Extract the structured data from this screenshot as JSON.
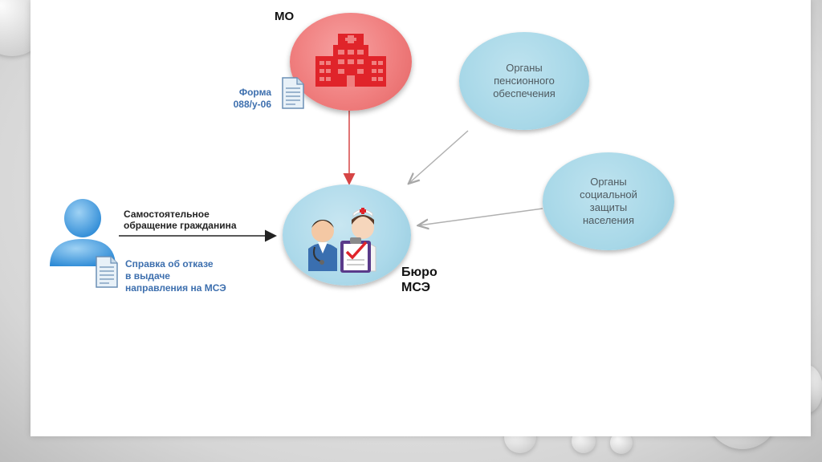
{
  "nodes": {
    "mo": {
      "label": "МО"
    },
    "forma": {
      "label": "Форма\n088/у-06"
    },
    "pension": {
      "label": "Органы\nпенсионного\nобеспечения"
    },
    "social": {
      "label": "Органы\nсоциальной\nзащиты\nнаселения"
    },
    "byuro": {
      "label": "Бюро\nМСЭ"
    },
    "citizen_request": {
      "label": "Самостоятельное\nобращение гражданина"
    },
    "spravka": {
      "label": "Справка об отказе\nв выдаче\nнаправления на МСЭ"
    }
  },
  "colors": {
    "mo_circle": "#f07f7f",
    "hospital_icon": "#e0242a",
    "org_circle": "#a8d8e8",
    "blue_text": "#3d6fae",
    "arrow_red": "#d64545",
    "arrow_gray": "#b0b0b0",
    "arrow_dark": "#222222"
  },
  "icons": [
    "hospital-icon",
    "document-icon",
    "person-icon",
    "doctors-icon",
    "checklist-icon"
  ]
}
